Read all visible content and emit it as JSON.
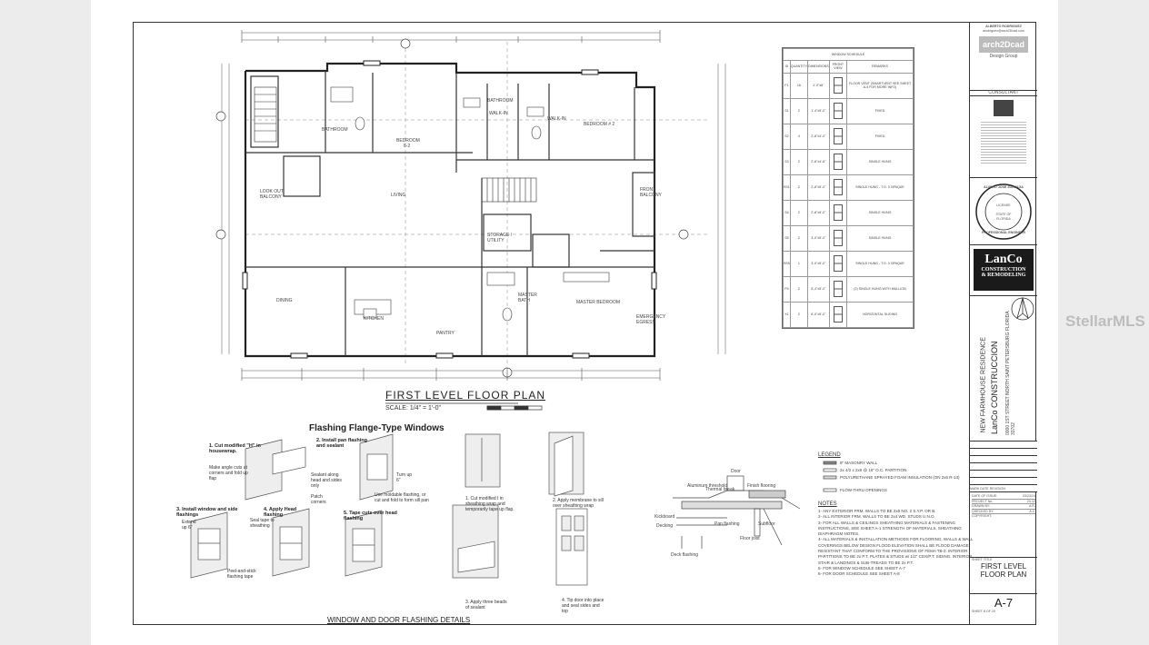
{
  "plan": {
    "title": "FIRST LEVEL FLOOR PLAN",
    "scale": "SCALE: 1/4\" = 1'-0\"",
    "rooms": [
      {
        "key": "bedroom_left",
        "label": "BEDROOM",
        "sub": "6-2"
      },
      {
        "key": "bathroom_left",
        "label": "BATHROOM",
        "sub": ""
      },
      {
        "key": "bathroom_center",
        "label": "BATHROOM",
        "sub": ""
      },
      {
        "key": "walkin_1",
        "label": "WALK-IN",
        "sub": ""
      },
      {
        "key": "walkin_2",
        "label": "WALK-IN",
        "sub": ""
      },
      {
        "key": "bedroom_2",
        "label": "BEDROOM # 2",
        "sub": ""
      },
      {
        "key": "lookout_balcony",
        "label": "LOOK OUT BALCONY",
        "sub": ""
      },
      {
        "key": "living",
        "label": "LIVING",
        "sub": ""
      },
      {
        "key": "front_balcony",
        "label": "FRONT BALCONY",
        "sub": ""
      },
      {
        "key": "storage",
        "label": "STORAGE / UTILITY",
        "sub": ""
      },
      {
        "key": "dining",
        "label": "DINING",
        "sub": ""
      },
      {
        "key": "kitchen",
        "label": "KITCHEN",
        "sub": ""
      },
      {
        "key": "pantry",
        "label": "PANTRY",
        "sub": ""
      },
      {
        "key": "master_bath",
        "label": "MASTER BATH",
        "sub": ""
      },
      {
        "key": "master_bedroom",
        "label": "MASTER BEDROOM",
        "sub": ""
      },
      {
        "key": "emergency_egress",
        "label": "EMERGENCY EGRESS",
        "sub": ""
      }
    ]
  },
  "window_schedule": {
    "title": "WINDOW SCHEDULE",
    "headers": [
      "ID",
      "QUANTITY",
      "DIMENSIONS",
      "FRONT VIEW",
      "REMARKS"
    ],
    "rows": [
      [
        "F1",
        "16",
        "1'-0\"x8\"",
        "",
        "FLOOR VENT (SMARTVENT SEE SHEET A-4 FOR MORE INFO)"
      ],
      [
        "S1",
        "2",
        "1'-4\"x5'-0\"",
        "",
        "FIXED"
      ],
      [
        "S2",
        "4",
        "2'-8\"x4'-0\"",
        "",
        "FIXED"
      ],
      [
        "S3",
        "2",
        "2'-8\"x4'-6\"",
        "",
        "SINGLE HUNG"
      ],
      [
        "SS1",
        "2",
        "2'-8\"x5'-0\"",
        "",
        "SINGLE HUNG - T.O. 3 OPAQUE"
      ],
      [
        "S4",
        "2",
        "2'-8\"x5'-0\"",
        "",
        "SINGLE HUNG"
      ],
      [
        "S5",
        "2",
        "3'-0\"x5'-0\"",
        "",
        "SINGLE HUNG"
      ],
      [
        "SS5",
        "1",
        "3'-0\"x5'-0\"",
        "",
        "SINGLE HUNG - T.O. 3 OPAQUE"
      ],
      [
        "P4",
        "2",
        "5'-4\"x5'-0\"",
        "",
        "(2) SINGLE HUNG WITH MULLION"
      ],
      [
        "X1",
        "2",
        "6'-0\"x5'-0\"",
        "",
        "HORIZONTAL SLIDING"
      ]
    ]
  },
  "flashing": {
    "title": "Flashing Flange-Type Windows",
    "steps": [
      "1. Cut modified \"H\" in housewrap.",
      "2. Install pan flashing and sealant",
      "3. Install window and side flashings",
      "4. Apply Head flashing",
      "5. Tape cuts over head flashing"
    ],
    "notes": [
      "Make angle cuts at corners and fold up flap",
      "Sealant along head and sides only",
      "Patch corners",
      "Turn up 6\"",
      "Use moldable flashing, or cut and fold to form sill pan",
      "Extend up 6\"",
      "Seal tape to sheathing",
      "Peel-and-stick flashing tape"
    ],
    "door_notes": [
      "1. Cut modified I in sheathing wrap and temporarily tape up flap.",
      "2. Apply membrane to sill over sheathing wrap",
      "3. Apply three beads of sealant",
      "4. Tip door into place and seal sides and top"
    ],
    "details_title": "WINDOW AND DOOR FLASHING DETAILS"
  },
  "threshold_detail": {
    "labels": [
      "Door",
      "Aluminum threshold",
      "Thermal break",
      "Finish flooring",
      "Kickboard",
      "Decking",
      "Pan flashing",
      "Subfloor",
      "Floor joist",
      "Deck flashing"
    ]
  },
  "legend": {
    "title": "LEGEND",
    "items": [
      "8\" MASONRY WALL",
      "2x 4/2 x 2x6 @ 16\" O.C. PARTITION",
      "POLYURETHANE SPRAYED FOAM INSULATION (ON 2x6 R-13)",
      "FLOW-THRU OPENINGS"
    ]
  },
  "notes": {
    "title": "NOTES",
    "items": [
      "1- ANY EXTERIOR FRM. WALLS TO BE 2x6 NO. 2 S.Y.P. OR B.",
      "2- ALL INTERIOR FRM. WALLS TO BE 2x4 WD. STUDS U.N.O.",
      "3- FOR ALL WALLS & CEILINGS SHEATHING MATERIALS & FASTENING INSTRUCTIONS, SEE SHEET A-1 STRENGTH OF MATERIALS, SHEATHING DIAPHRAGM NOTES.",
      "4- ALL MATERIALS & INSTALLATION METHODS FOR FLOORING, WALLS & WALL COVERINGS BELOW DESIGN FLOOD ELEVATION SHALL BE FLOOD DAMAGE RESISTANT THAT CONFORM TO THE PROVISIONS OF FEMA TB-2. INTERIOR PARTITIONS TO BE 2x P.T. PLATES & STUDS w/ 1/2\" CDX/P.T. SIDING. INTERIOR STAIR & LANDINGS & SUB-TREADS TO BE 2x P.T.",
      "5- FOR WINDOW SCHEDULE SEE SHEET A-7",
      "6- FOR DOOR SCHEDULE SEE SHEET A-8"
    ]
  },
  "title_block": {
    "designer_name": "ALBERTO RODRIGUEZ",
    "designer_email": "arodriguez@arch2Dcad.com",
    "design_group_brand": "arch2Dcad",
    "design_group": "Design Group",
    "consultant_label": "CONSULTANT",
    "seal_name": "ALVARO JOSE ZULUAGA",
    "seal_license": "LICENSE",
    "seal_state": "STATE OF FLORIDA",
    "seal_profession": "PROFESSIONAL ENGINEER",
    "company_name": "LanCo",
    "company_tagline1": "CONSTRUCTION",
    "company_tagline2": "& REMODELING",
    "project_name": "NEW FARMHOUSE RESIDENCE",
    "client": "LanCo CONSTRUCCION",
    "address": "0000 1ST STREET NORTH SAINT PETERSBURG FLORIDA 33702",
    "revision_headers": [
      "MARK",
      "DATE",
      "REVISION"
    ],
    "date_of_issue_label": "DATE OF ISSUE:",
    "date_of_issue": "03/23/24",
    "project_no_label": "PROJECT No.",
    "project_no": "24-12",
    "drawn_by_label": "DRAWN BY:",
    "drawn_by": "A.R.",
    "checked_by_label": "CHECKED BY:",
    "checked_by": "A.Z.",
    "copyright_label": "COPYRIGHT:",
    "sheet_title_label": "SHEET TITLE",
    "sheet_title_1": "FIRST LEVEL",
    "sheet_title_2": "FLOOR PLAN",
    "sheet_number": "A-7",
    "sheet_of": "SHEET 8 OF 20"
  },
  "watermark": "StellarMLS",
  "colors": {
    "line": "#333333",
    "light": "#999999",
    "paper": "#ffffff",
    "bg": "#ececec",
    "badge": "#1a1a1a"
  }
}
